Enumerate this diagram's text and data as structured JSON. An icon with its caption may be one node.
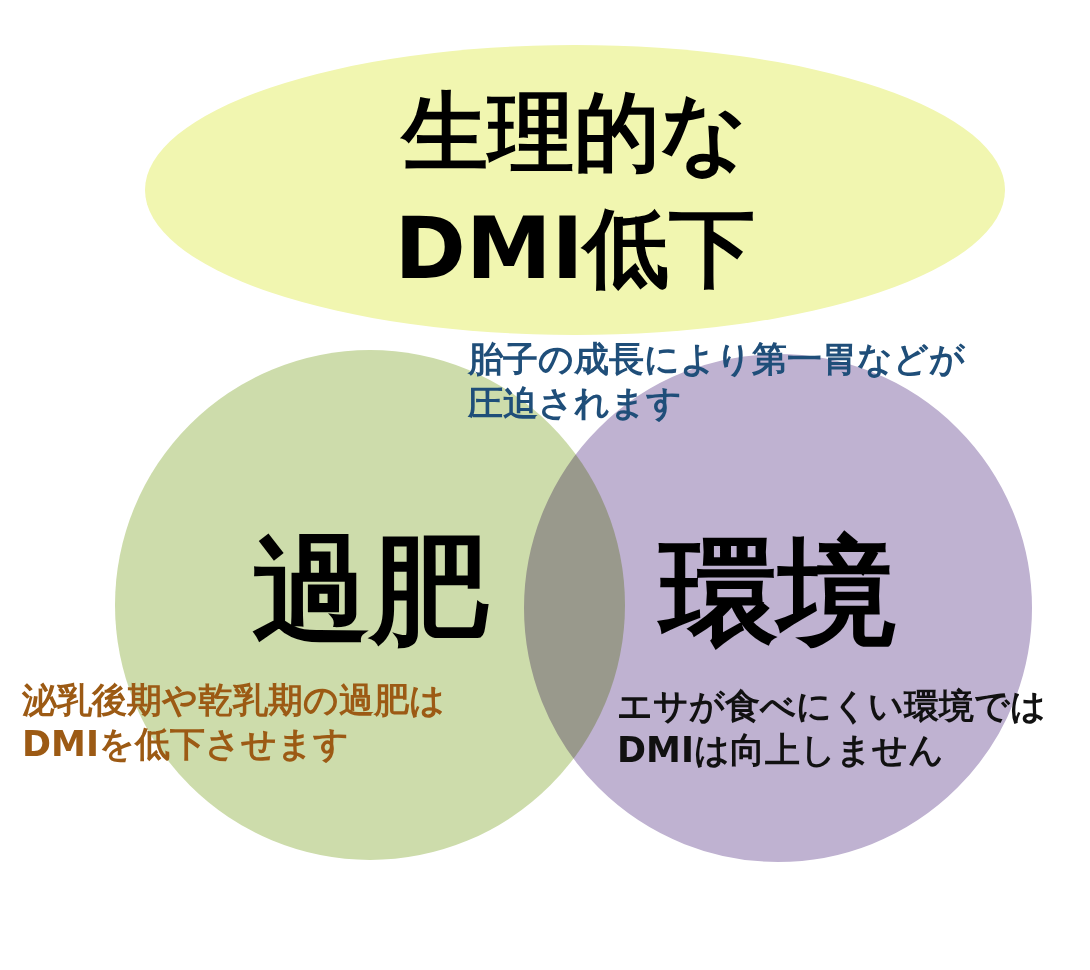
{
  "diagram": {
    "nodes": [
      {
        "text": [
          "生理的なDMI低下"
        ],
        "beside": [
          "胎子の成長により第一胃などが圧迫されます"
        ]
      },
      {
        "text": [
          "過肥",
          "泌乳後期や乾乳期の過肥はDMIを低下させます"
        ]
      },
      {
        "text": [
          "環境",
          "エサが食べにくい環境ではDMIは向上しません"
        ]
      }
    ],
    "edges": []
  }
}
